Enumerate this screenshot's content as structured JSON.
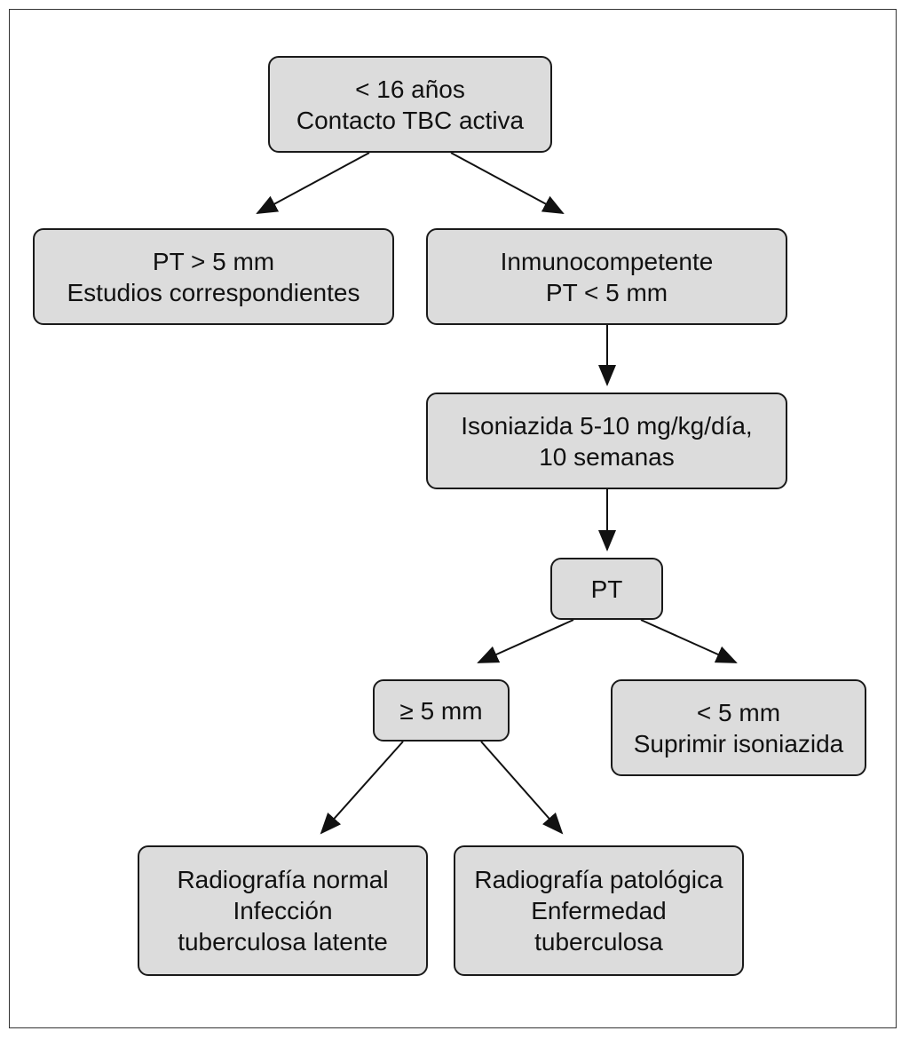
{
  "flowchart": {
    "colors": {
      "box_fill": "#dcdcdc",
      "box_border": "#1a1a1a",
      "arrow": "#111111",
      "frame": "#333333"
    },
    "nodes": {
      "start": {
        "line1": "< 16 años",
        "line2": "Contacto TBC activa"
      },
      "pt_over_5": {
        "line1": "PT > 5 mm",
        "line2": "Estudios correspondientes"
      },
      "immunocompetent": {
        "line1": "Inmunocompetente",
        "line2": "PT < 5 mm"
      },
      "isoniazid": {
        "line1": "Isoniazida 5-10 mg/kg/día,",
        "line2": "10 semanas"
      },
      "pt": {
        "line1": "PT"
      },
      "ge_5": {
        "line1": "≥ 5 mm"
      },
      "lt_5": {
        "line1": "< 5 mm",
        "line2": "Suprimir isoniazida"
      },
      "xray_normal": {
        "line1": "Radiografía normal",
        "line2": "Infección",
        "line3": "tuberculosa latente"
      },
      "xray_pathologic": {
        "line1": "Radiografía patológica",
        "line2": "Enfermedad",
        "line3": "tuberculosa"
      }
    }
  }
}
